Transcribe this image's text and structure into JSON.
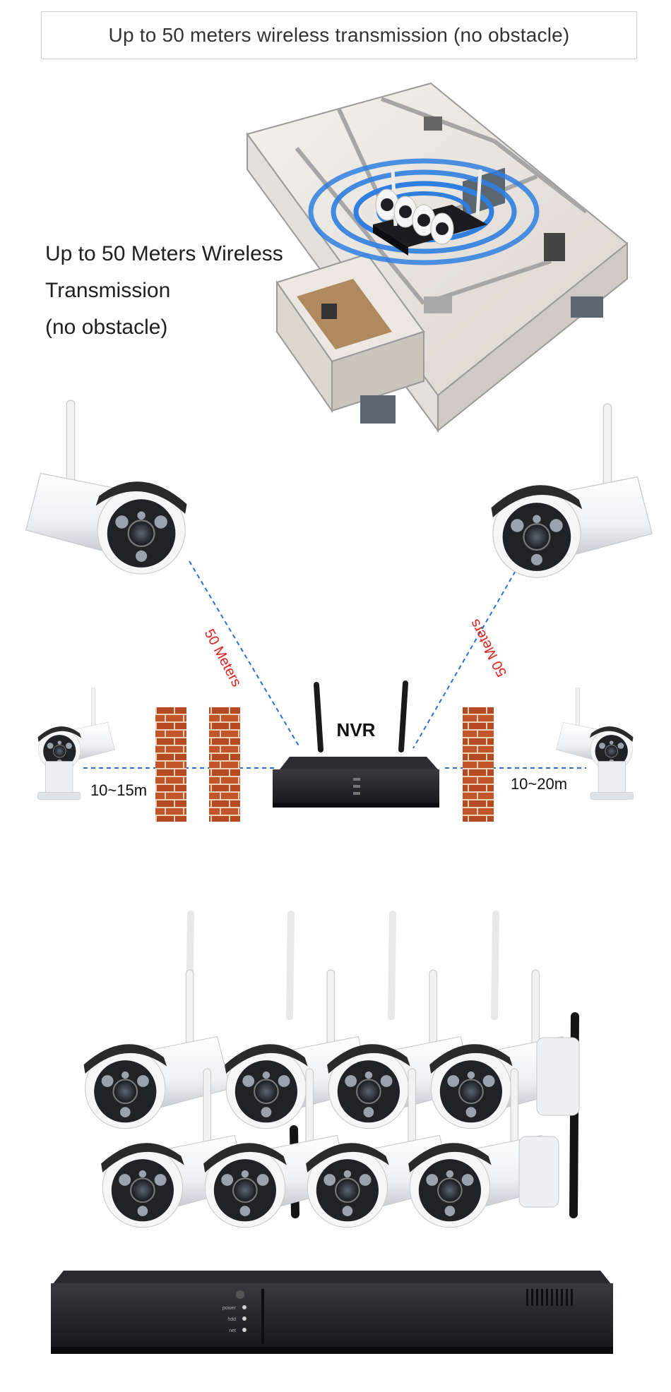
{
  "banner": {
    "text": "Up to 50 meters wireless transmission (no obstacle)"
  },
  "intro": {
    "line1": "Up to 50 Meters Wireless",
    "line2": "Transmission",
    "line3": "(no obstacle)"
  },
  "diagram": {
    "nvr_label": "NVR",
    "left_distance": "50 Meters",
    "right_distance": "50 Meters",
    "left_wall_range": "10~15m",
    "right_wall_range": "10~20m"
  },
  "product": {
    "led_labels": [
      "power",
      "hdd",
      "net"
    ]
  },
  "colors": {
    "dashed_line": "#2a6fd6",
    "distance_text": "#e0201c",
    "signal_rings": "#2f7fe0",
    "brick": "#c0552a",
    "nvr_body": "#1c1c1e"
  },
  "icons": [
    "camera-icon",
    "nvr-icon",
    "brick-wall-icon",
    "house-icon",
    "signal-icon"
  ]
}
